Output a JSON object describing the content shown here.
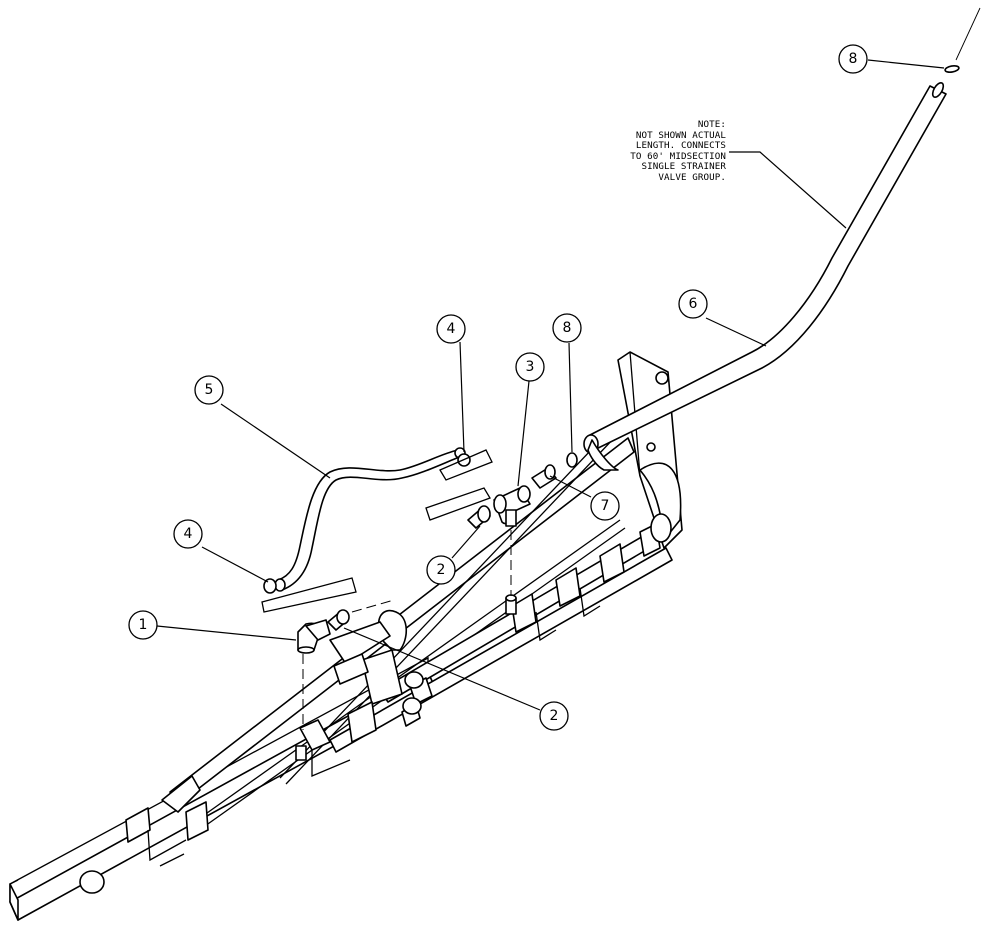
{
  "note": {
    "lines": [
      "NOTE:",
      "NOT SHOWN ACTUAL",
      "LENGTH.  CONNECTS",
      "TO 60' MIDSECTION",
      "SINGLE STRAINER",
      "VALVE GROUP."
    ]
  },
  "callouts": [
    {
      "label": "1"
    },
    {
      "label": "2"
    },
    {
      "label": "2"
    },
    {
      "label": "3"
    },
    {
      "label": "4"
    },
    {
      "label": "4"
    },
    {
      "label": "5"
    },
    {
      "label": "6"
    },
    {
      "label": "7"
    },
    {
      "label": "8"
    },
    {
      "label": "8"
    }
  ]
}
